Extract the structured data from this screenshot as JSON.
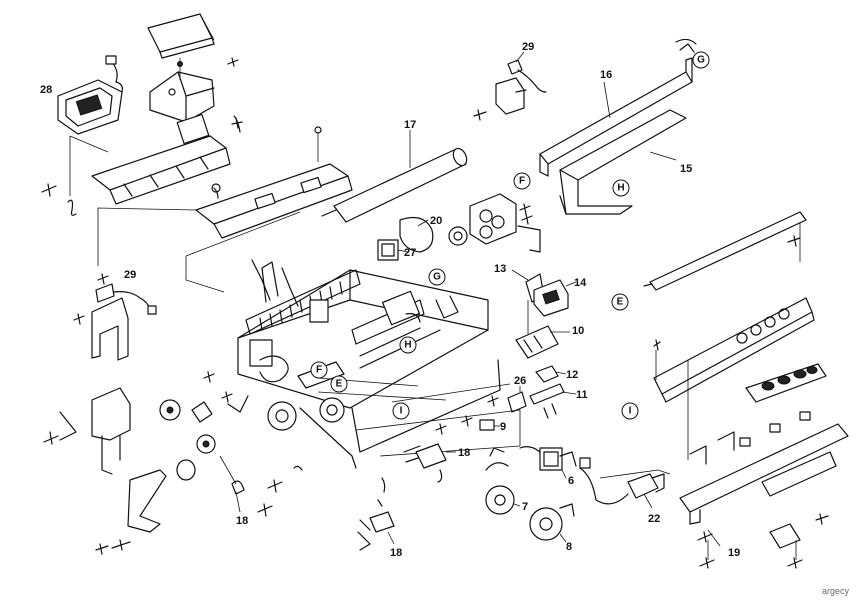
{
  "callouts": [
    {
      "id": "c28",
      "label": "28"
    },
    {
      "id": "c17",
      "label": "17"
    },
    {
      "id": "c29a",
      "label": "29"
    },
    {
      "id": "c16",
      "label": "16"
    },
    {
      "id": "c15",
      "label": "15"
    },
    {
      "id": "c20",
      "label": "20"
    },
    {
      "id": "c27",
      "label": "27"
    },
    {
      "id": "c13",
      "label": "13"
    },
    {
      "id": "c14",
      "label": "14"
    },
    {
      "id": "c29b",
      "label": "29"
    },
    {
      "id": "c10",
      "label": "10"
    },
    {
      "id": "c26",
      "label": "26"
    },
    {
      "id": "c12",
      "label": "12"
    },
    {
      "id": "c11",
      "label": "11"
    },
    {
      "id": "c9",
      "label": "9"
    },
    {
      "id": "c18a",
      "label": "18"
    },
    {
      "id": "c6",
      "label": "6"
    },
    {
      "id": "c7",
      "label": "7"
    },
    {
      "id": "c8",
      "label": "8"
    },
    {
      "id": "c18b",
      "label": "18"
    },
    {
      "id": "c18c",
      "label": "18"
    },
    {
      "id": "c22",
      "label": "22"
    },
    {
      "id": "c19",
      "label": "19"
    }
  ],
  "refs": [
    {
      "id": "rG1",
      "label": "G"
    },
    {
      "id": "rF1",
      "label": "F"
    },
    {
      "id": "rH1",
      "label": "H"
    },
    {
      "id": "rE1",
      "label": "E"
    },
    {
      "id": "rG2",
      "label": "G"
    },
    {
      "id": "rH2",
      "label": "H"
    },
    {
      "id": "rF2",
      "label": "F"
    },
    {
      "id": "rE2",
      "label": "E"
    },
    {
      "id": "rI1",
      "label": "I"
    },
    {
      "id": "rI2",
      "label": "I"
    }
  ],
  "watermark": "argecy"
}
